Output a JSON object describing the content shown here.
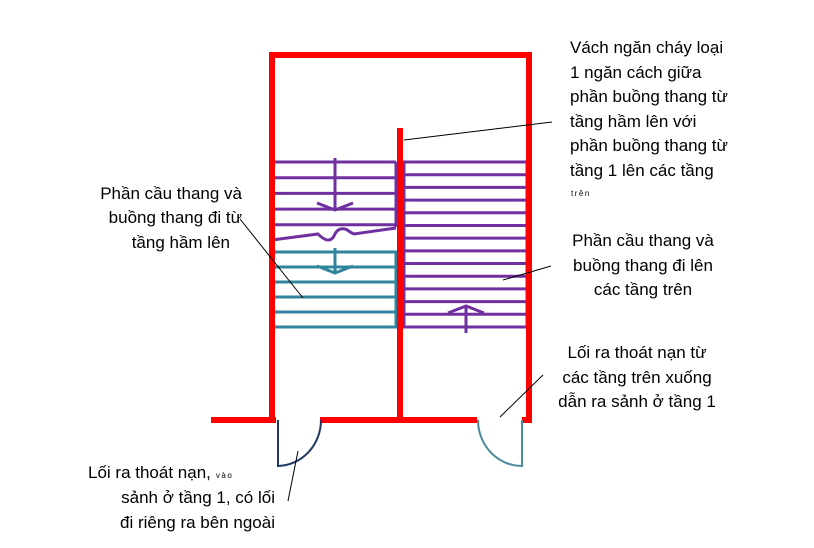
{
  "colors": {
    "wall": "#ff0000",
    "wall_edge": "#1f2f7a",
    "upper_stairs": "#7030a0",
    "basement_stairs": "#31849b",
    "door_left": "#1f3864",
    "door_right": "#4a8a9a",
    "leader": "#000000"
  },
  "labels": {
    "partition": {
      "lines": [
        "Vách ngăn cháy loại",
        "1 ngăn cách giữa",
        "phần buồng thang từ",
        "tầng hầm lên với",
        "phần buồng thang từ",
        "tầng 1 lên các tầng"
      ],
      "tail": "trên"
    },
    "basement_stair": {
      "lines": [
        "Phần cầu thang và",
        "buồng thang đi từ",
        "tầng hầm lên"
      ]
    },
    "upper_stair": {
      "lines": [
        "Phần cầu thang và",
        "buồng thang đi lên",
        "các tầng trên"
      ]
    },
    "upper_exit": {
      "lines": [
        "Lối ra thoát nạn từ",
        "các tầng trên xuống",
        "dẫn ra sảnh ở tầng 1"
      ]
    },
    "basement_exit": {
      "line1": "Lối ra thoát nạn,",
      "line1_small": "vào",
      "lines": [
        "sảnh ở tầng 1, có lối",
        "đi riêng ra bên ngoài"
      ]
    }
  },
  "stairs": {
    "basement_upper_purple_treads": 5,
    "basement_teal_treads": 5,
    "upper_treads": 12
  }
}
